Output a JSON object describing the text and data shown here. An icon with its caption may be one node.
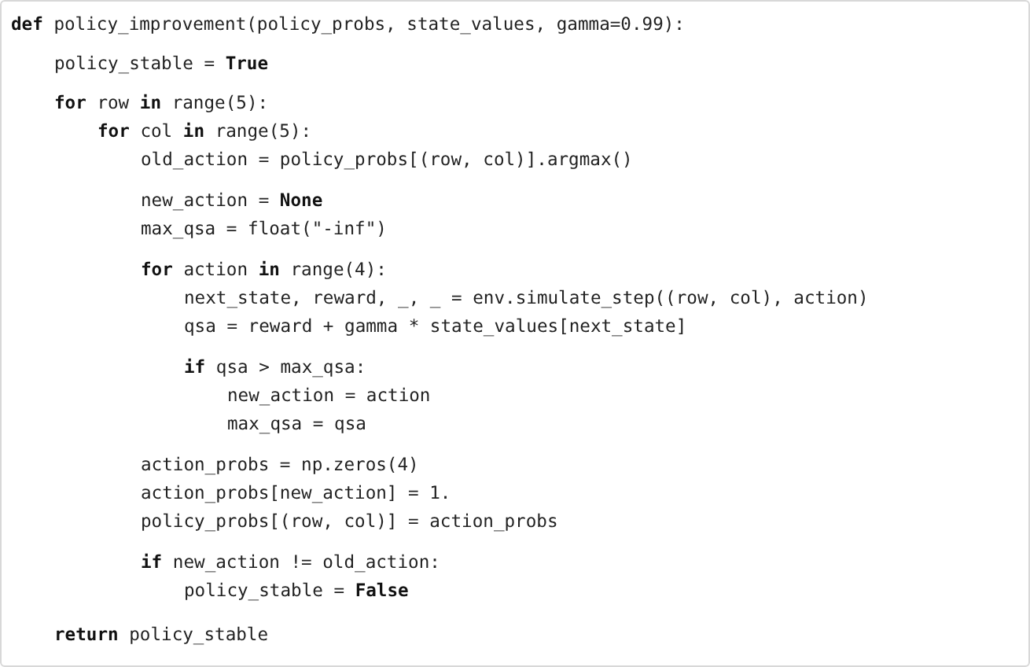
{
  "diagram": {
    "labels": [
      "**def** policy_improvement(policy_probs, state_values, gamma=0.99):",
      "policy_stable = **True**",
      "**for** row **in** range(5):",
      "**for** col **in** range(5):",
      "old_action = policy_probs[(row, col)].argmax()",
      "new_action = **None**",
      "max_qsa = float(\"-inf\")",
      "**for** action **in** range(4):",
      "next_state, reward, _, _ = env.simulate_step((row, col), action)",
      "qsa = reward + gamma * state_values[next_state]",
      "**if** qsa > max_qsa:",
      "new_action = action",
      "max_qsa = qsa",
      "action_probs = np.zeros(4)",
      "action_probs[new_action] = 1.",
      "policy_probs[(row, col)] = action_probs",
      "**if** new_action != old_action:",
      "policy_stable = **False**",
      "**return** policy_stable"
    ]
  }
}
